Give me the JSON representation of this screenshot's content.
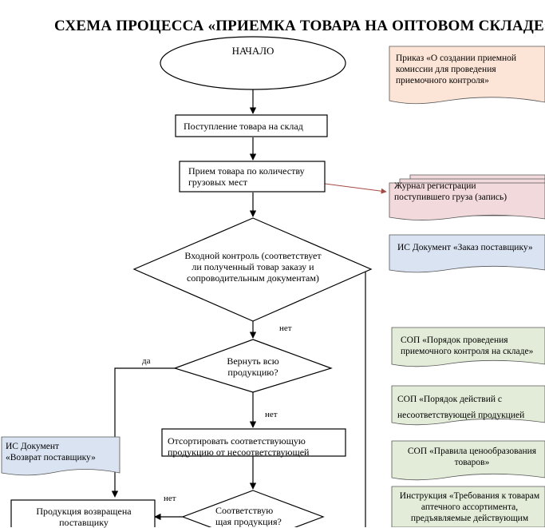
{
  "title": "СХЕМА ПРОЦЕССА  «ПРИЕМКА ТОВАРА НА ОПТОВОМ СКЛАДЕ»",
  "nodes": {
    "start": "НАЧАЛО",
    "receipt": "Поступление товара на склад",
    "count_line1": "Прием товара по количеству",
    "count_line2": "грузовых мест",
    "control_line1": "Входной контроль (соответствует",
    "control_line2": "ли полученный товар заказу и",
    "control_line3": "сопроводительным документам)",
    "return_line1": "Вернуть всю",
    "return_line2": "продукцию?",
    "sort_line1": "Отсортировать соответствующую",
    "sort_line2": "продукцию от несоответствующей",
    "conforming_line1": "Соответствую",
    "conforming_line2": "щая продукция?",
    "returned_line1": "Продукция возвращена",
    "returned_line2": "поставщику"
  },
  "edge_labels": {
    "control_no": "нет",
    "return_yes": "да",
    "return_no": "нет",
    "conforming_no": "нет"
  },
  "documents": {
    "order": [
      "Приказ «О создании приемной",
      "комиссии для проведения",
      "приемочного контроля»"
    ],
    "journal": [
      "Журнал регистрации",
      "поступившего груза (запись)"
    ],
    "is_order": [
      "ИС Документ «Заказ поставщику»"
    ],
    "sop_control": [
      "СОП «Порядок проведения",
      "приемочного контроля на складе»"
    ],
    "sop_nonconf": [
      "СОП «Порядок действий с",
      "несоответствующей продукцией"
    ],
    "sop_pricing": [
      "СОП «Правила ценообразования",
      "товаров»"
    ],
    "instruction": [
      "Инструкция «Требования к товарам",
      "аптечного ассортимента,",
      "предъявляемые действующим"
    ],
    "is_return": [
      "ИС Документ",
      "«Возврат поставщику»"
    ]
  },
  "colors": {
    "order_fill": "#fce4d6",
    "journal_fill": "#f2d9dc",
    "is_fill": "#dae3f1",
    "sop_fill": "#e3ecd9",
    "journal_arrow": "#a44a45",
    "line": "#000000"
  }
}
